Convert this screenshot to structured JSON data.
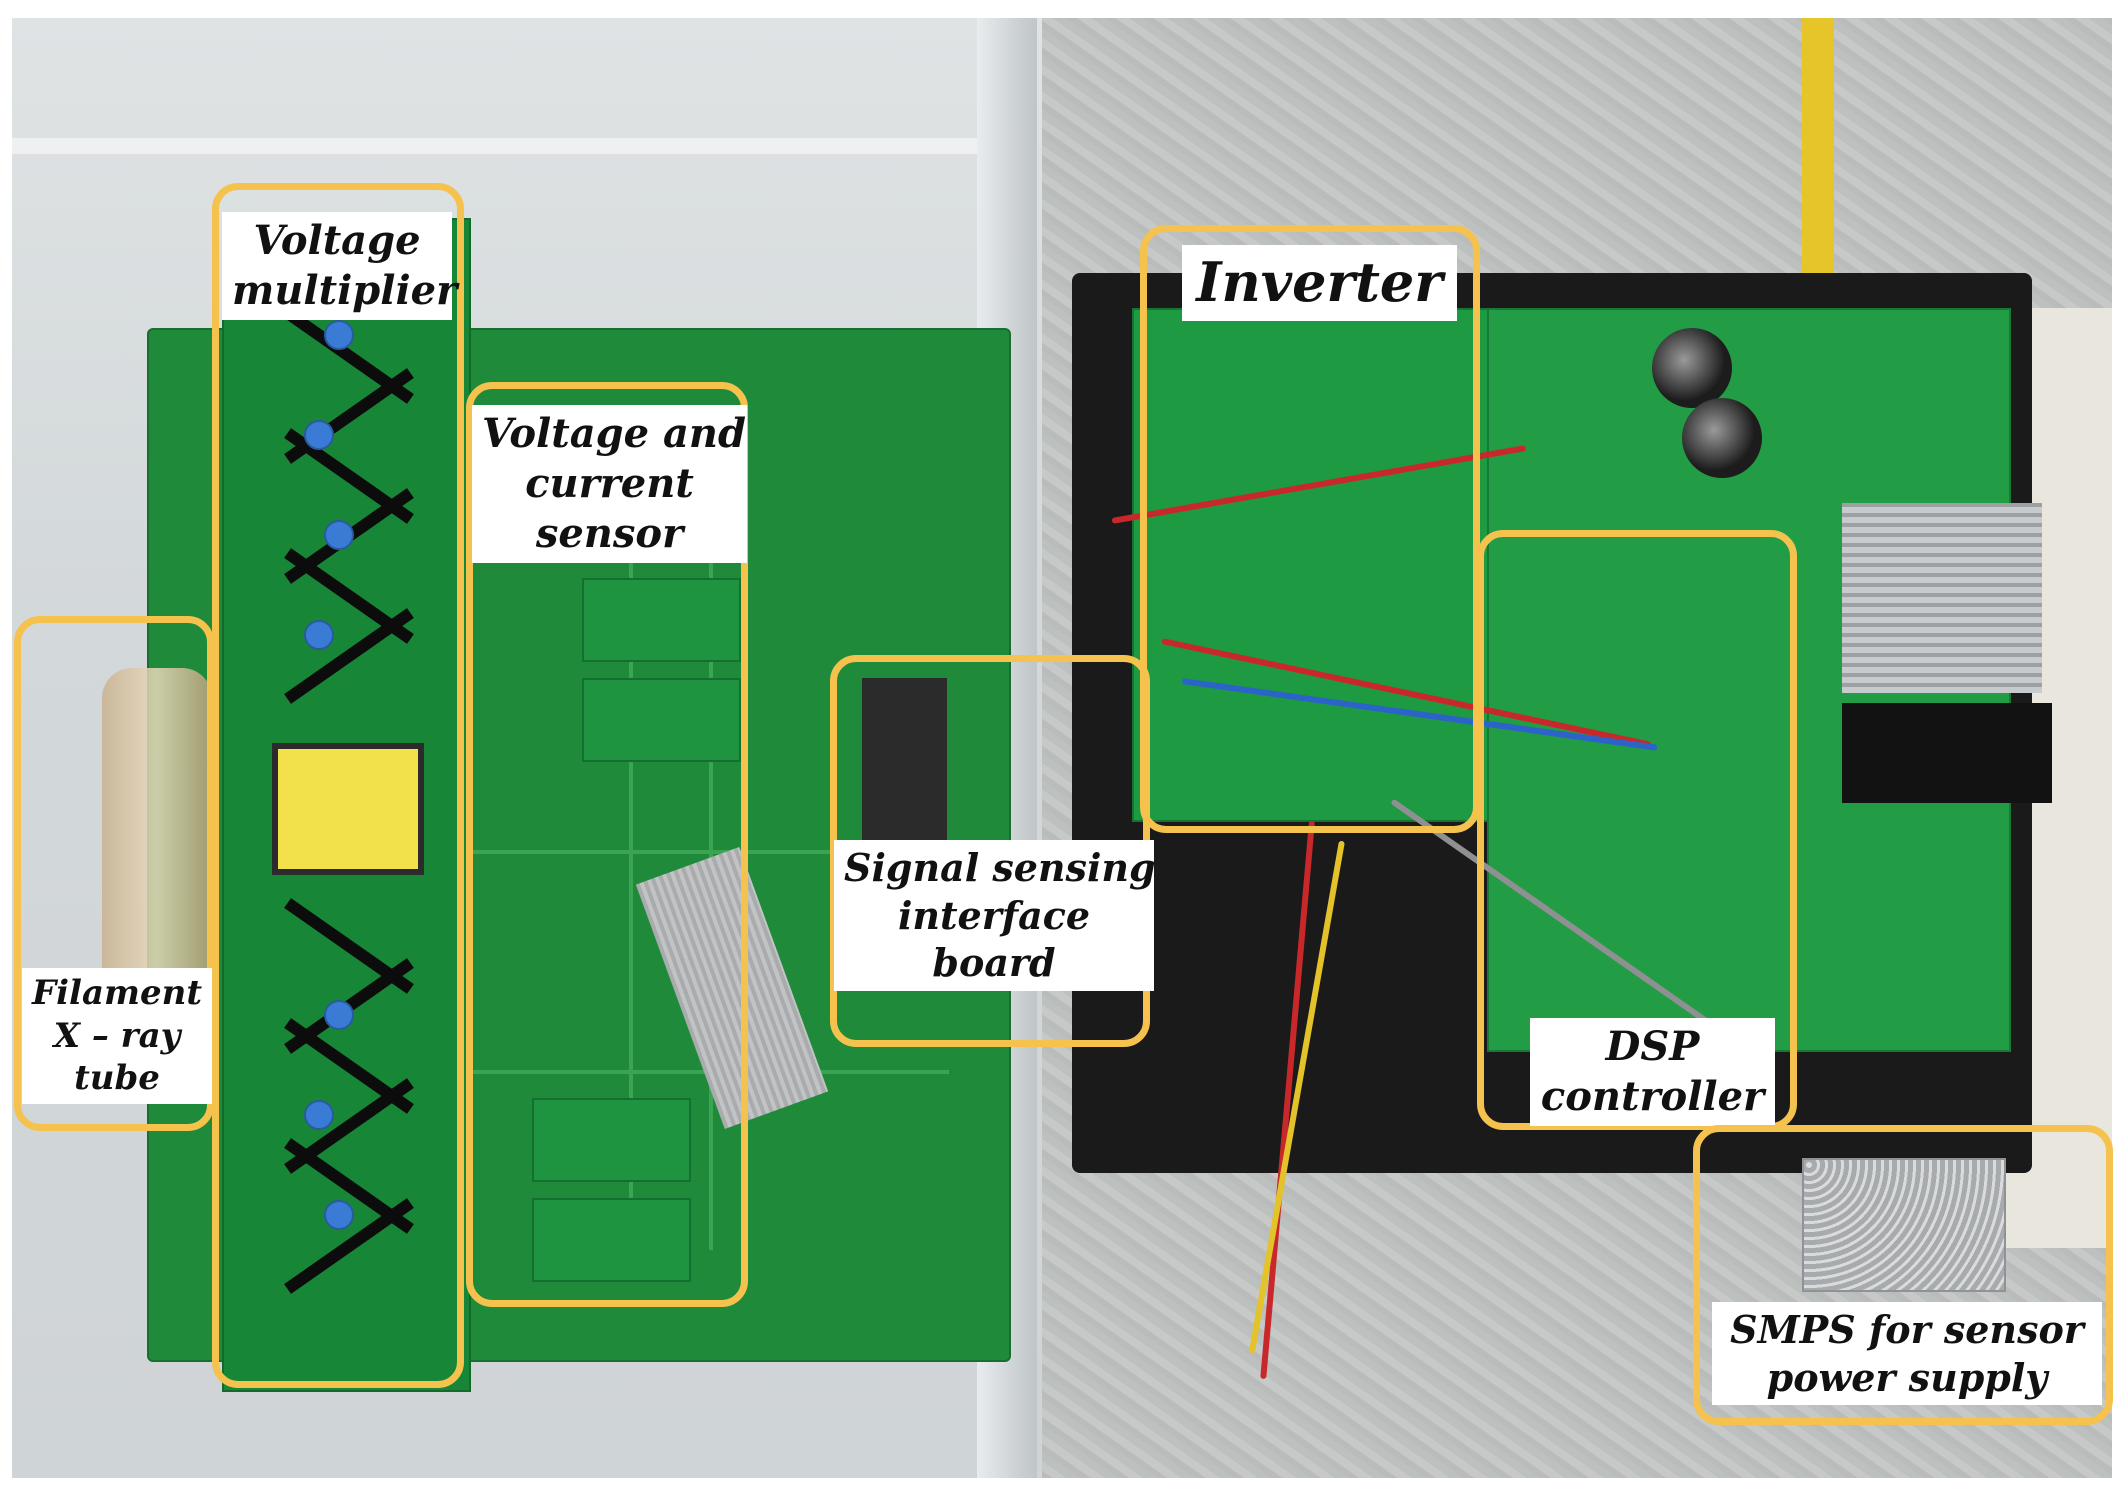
{
  "photo": {
    "description_colors": {
      "annotation_outline": "#f4c24d",
      "label_background": "#ffffff",
      "label_text": "#111111",
      "pcb_green": "#1f8a3a"
    }
  },
  "annotations": {
    "voltage_multiplier": {
      "lines": [
        "Voltage",
        "multiplier"
      ]
    },
    "voltage_current_sensor": {
      "lines": [
        "Voltage and",
        "current",
        "sensor"
      ]
    },
    "filament_tube": {
      "lines": [
        "Filament",
        "X – ray",
        "tube"
      ]
    },
    "signal_interface": {
      "lines": [
        "Signal sensing",
        "interface",
        "board"
      ]
    },
    "inverter": {
      "lines": [
        "Inverter"
      ]
    },
    "dsp_controller": {
      "lines": [
        "DSP",
        "controller"
      ]
    },
    "smps": {
      "lines": [
        "SMPS for sensor",
        "power supply"
      ]
    }
  }
}
